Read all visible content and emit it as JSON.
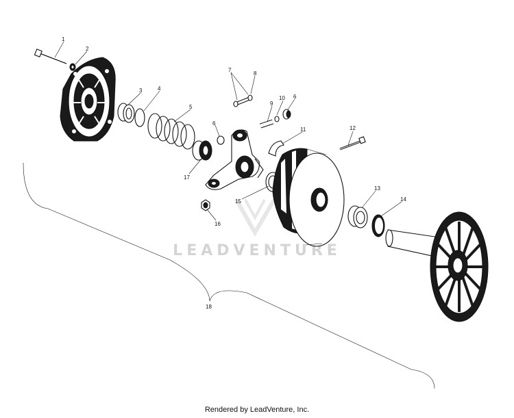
{
  "diagram": {
    "callouts": [
      "1",
      "2",
      "3",
      "4",
      "5",
      "6",
      "7",
      "8",
      "9",
      "10",
      "6",
      "11",
      "12",
      "17",
      "15",
      "13",
      "14",
      "16",
      "18"
    ],
    "watermark": "LEADVENTURE",
    "footer": "Rendered by LeadVenture, Inc."
  }
}
